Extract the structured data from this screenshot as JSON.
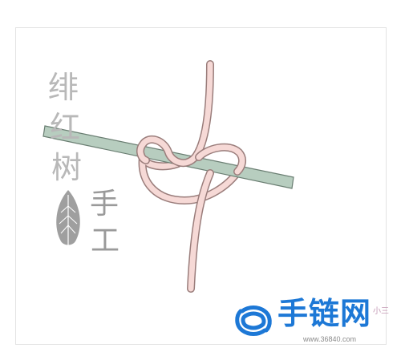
{
  "watermark": {
    "brand_chars": [
      "绯",
      "红",
      "树"
    ],
    "craft_chars": [
      "手",
      "工"
    ],
    "icon": "leaf-icon"
  },
  "logo": {
    "icon": "knot-logo-icon",
    "text": "手链网",
    "url": "www.36840.com",
    "tail": "小三"
  },
  "diagram": {
    "elements": [
      "rod",
      "pink-cord-knot"
    ],
    "colors": {
      "rod_fill": "#b7cdbf",
      "rod_outline": "#6a7e72",
      "cord_fill": "#f6d9d6",
      "cord_outline": "#9a7d7b",
      "logo_blue": "#1d78d6"
    }
  }
}
